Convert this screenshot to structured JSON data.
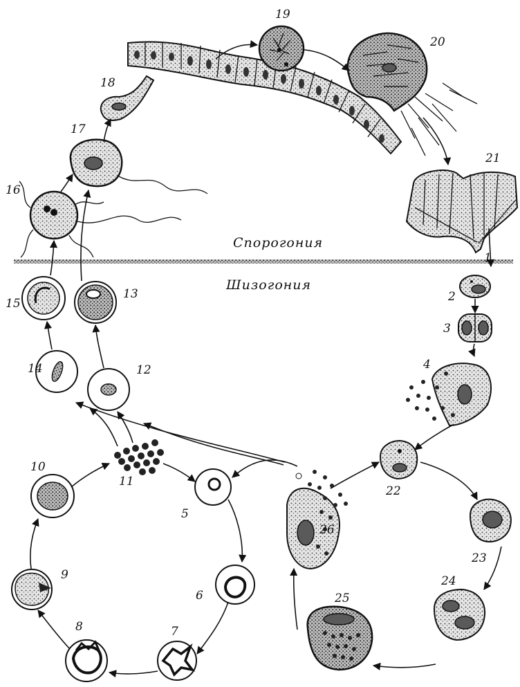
{
  "phases": {
    "sporogony": "Спорогония",
    "schizogony": "Шизогония"
  },
  "stages": [
    "1",
    "2",
    "3",
    "4",
    "5",
    "6",
    "7",
    "8",
    "9",
    "10",
    "11",
    "12",
    "13",
    "14",
    "15",
    "16",
    "17",
    "18",
    "19",
    "20",
    "21",
    "22",
    "23",
    "24",
    "25",
    "26"
  ]
}
